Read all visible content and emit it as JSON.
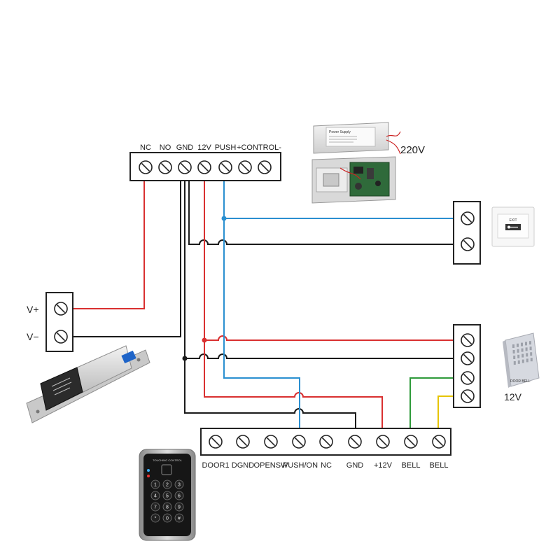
{
  "controller": {
    "terminals": [
      "NC",
      "NO",
      "GND",
      "12V",
      "PUSH",
      "+CONTROL-"
    ]
  },
  "power_supply": {
    "voltage": "220V",
    "title": "Power Supply"
  },
  "lock_power": {
    "terminals": [
      "V+",
      "V−"
    ]
  },
  "access_panel": {
    "terminals": [
      "DOOR1",
      "DGND",
      "OPENSW",
      "PUSH/ON",
      "NC",
      "GND",
      "+12V",
      "BELL",
      "BELL"
    ]
  },
  "doorbell": {
    "voltage": "12V",
    "label": "DOOR BELL"
  },
  "exit_button": {
    "label": "EXIT"
  },
  "keypad": {
    "title": "TOUCHING CONTROL",
    "keys": [
      "1",
      "2",
      "3",
      "4",
      "5",
      "6",
      "7",
      "8",
      "9",
      "*",
      "0",
      "#"
    ]
  },
  "colors": {
    "red": "#d93030",
    "blue": "#2a8fd0",
    "black": "#1a1a1a",
    "green": "#2e9a3a",
    "yellow": "#e6c400"
  }
}
